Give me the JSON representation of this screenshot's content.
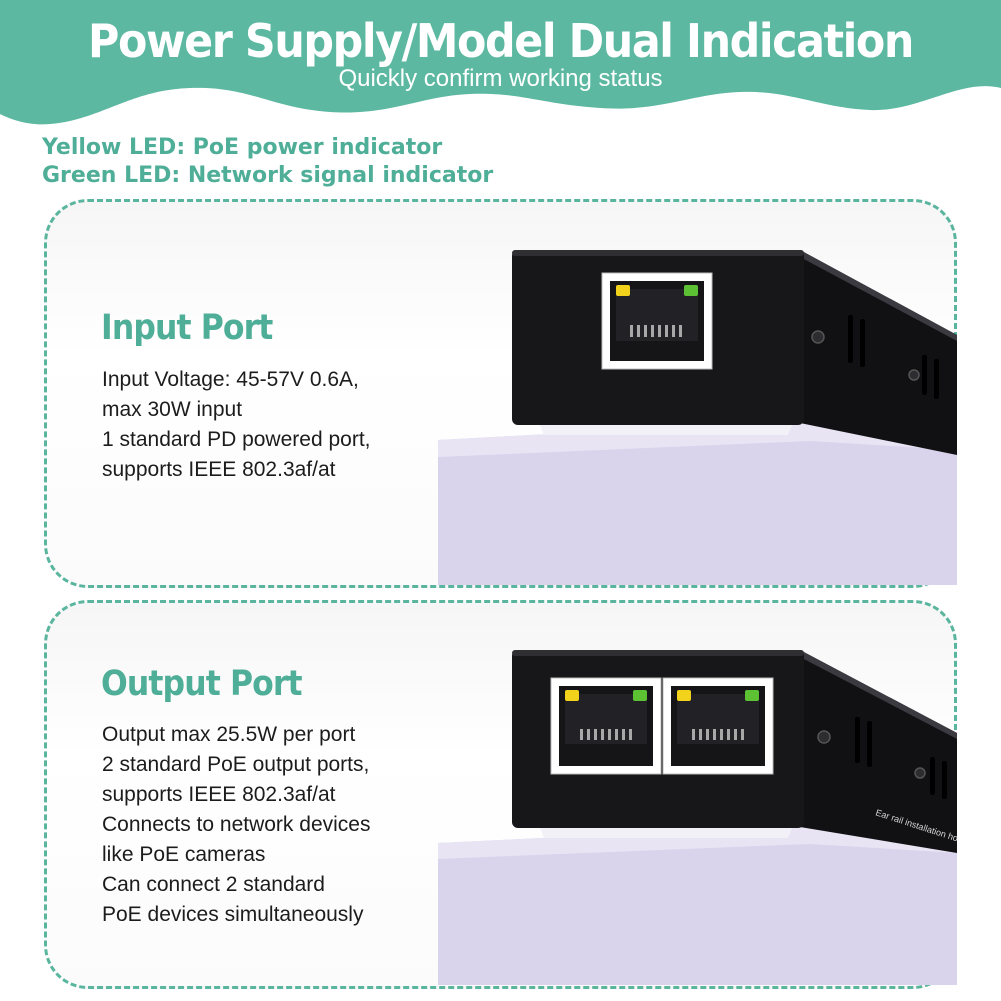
{
  "header": {
    "title": "Power Supply/Model Dual Indication",
    "subtitle": "Quickly confirm working status"
  },
  "legend": [
    {
      "text": "Yellow LED: PoE power indicator",
      "led_color": "#f2d21b"
    },
    {
      "text": "Green LED: Network signal indicator",
      "led_color": "#5cc233"
    }
  ],
  "input_port": {
    "title": "Input Port",
    "features": [
      "Input Voltage: 45-57V 0.6A,",
      "max 30W input",
      "1 standard PD powered port,",
      "supports IEEE 802.3af/at"
    ]
  },
  "output_port": {
    "title": "Output Port",
    "features": [
      "Output max 25.5W per port",
      "2 standard PoE output ports,",
      "supports IEEE 802.3af/at",
      "Connects to network devices",
      "like PoE cameras",
      "Can connect 2 standard",
      "PoE devices simultaneously"
    ],
    "device_label": "Ear rail installation hole"
  },
  "colors": {
    "banner": "#5cb8a1",
    "accent_text": "#4fae97",
    "panel_border": "#5ab59e",
    "device_body": "#17171a",
    "foam_block": "#d9d3ec"
  },
  "icons": {
    "input_device": "poe-splitter-single-rj45-image",
    "output_device": "poe-splitter-dual-rj45-image"
  }
}
